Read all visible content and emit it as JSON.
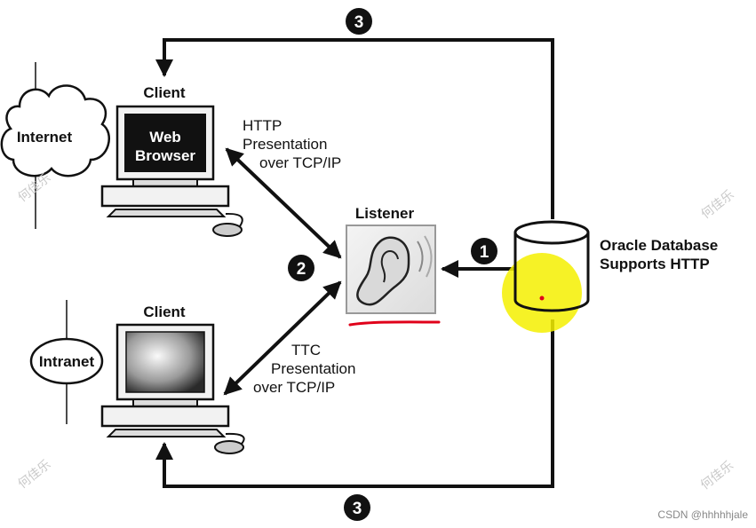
{
  "labels": {
    "internet": "Internet",
    "intranet": "Intranet",
    "client_top": "Client",
    "client_bottom": "Client",
    "web": "Web",
    "browser": "Browser",
    "listener": "Listener",
    "http_line1": "HTTP",
    "http_line2": "Presentation",
    "http_line3": "over TCP/IP",
    "ttc_line1": "TTC",
    "ttc_line2": "Presentation",
    "ttc_line3": "over TCP/IP",
    "db_line1": "Oracle Database",
    "db_line2": "Supports HTTP"
  },
  "steps": {
    "step_top": "3",
    "step_listener": "1",
    "step_clients": "2",
    "step_bottom": "3"
  },
  "watermarks": {
    "text": "何佳乐",
    "credit": "CSDN @hhhhhjale"
  },
  "colors": {
    "highlight": "#f4f000",
    "underline": "#e0001a",
    "ink": "#111111"
  },
  "icons": {
    "internet": "cloud-icon",
    "intranet": "network-ring-icon",
    "listener": "ear-icon",
    "database": "database-cylinder-icon",
    "client": "desktop-computer-icon"
  }
}
